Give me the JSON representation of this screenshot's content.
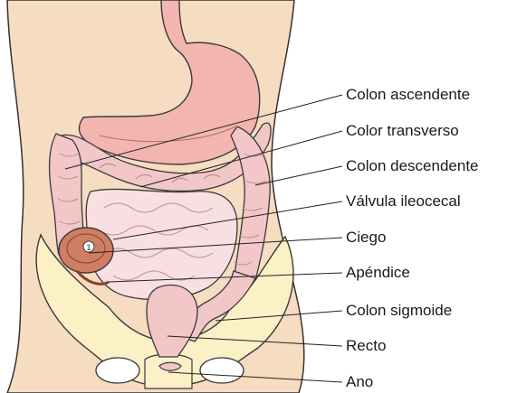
{
  "labels": [
    "Colon ascendente",
    "Color transverso",
    "Colon descendente",
    "Válvula ileocecal",
    "Ciego",
    "Apéndice",
    "Colon sigmoide",
    "Recto",
    "Ano"
  ],
  "marker": "1",
  "colors": {
    "skin": "#f6dcc0",
    "skin_outline": "#333333",
    "pelvis": "#fbf0c6",
    "colon": "#f3c6c8",
    "small_intestine": "#f8dfe1",
    "stomach": "#f2b5b0",
    "cecum": "#cf7d63",
    "outline": "#3a3a3a"
  }
}
